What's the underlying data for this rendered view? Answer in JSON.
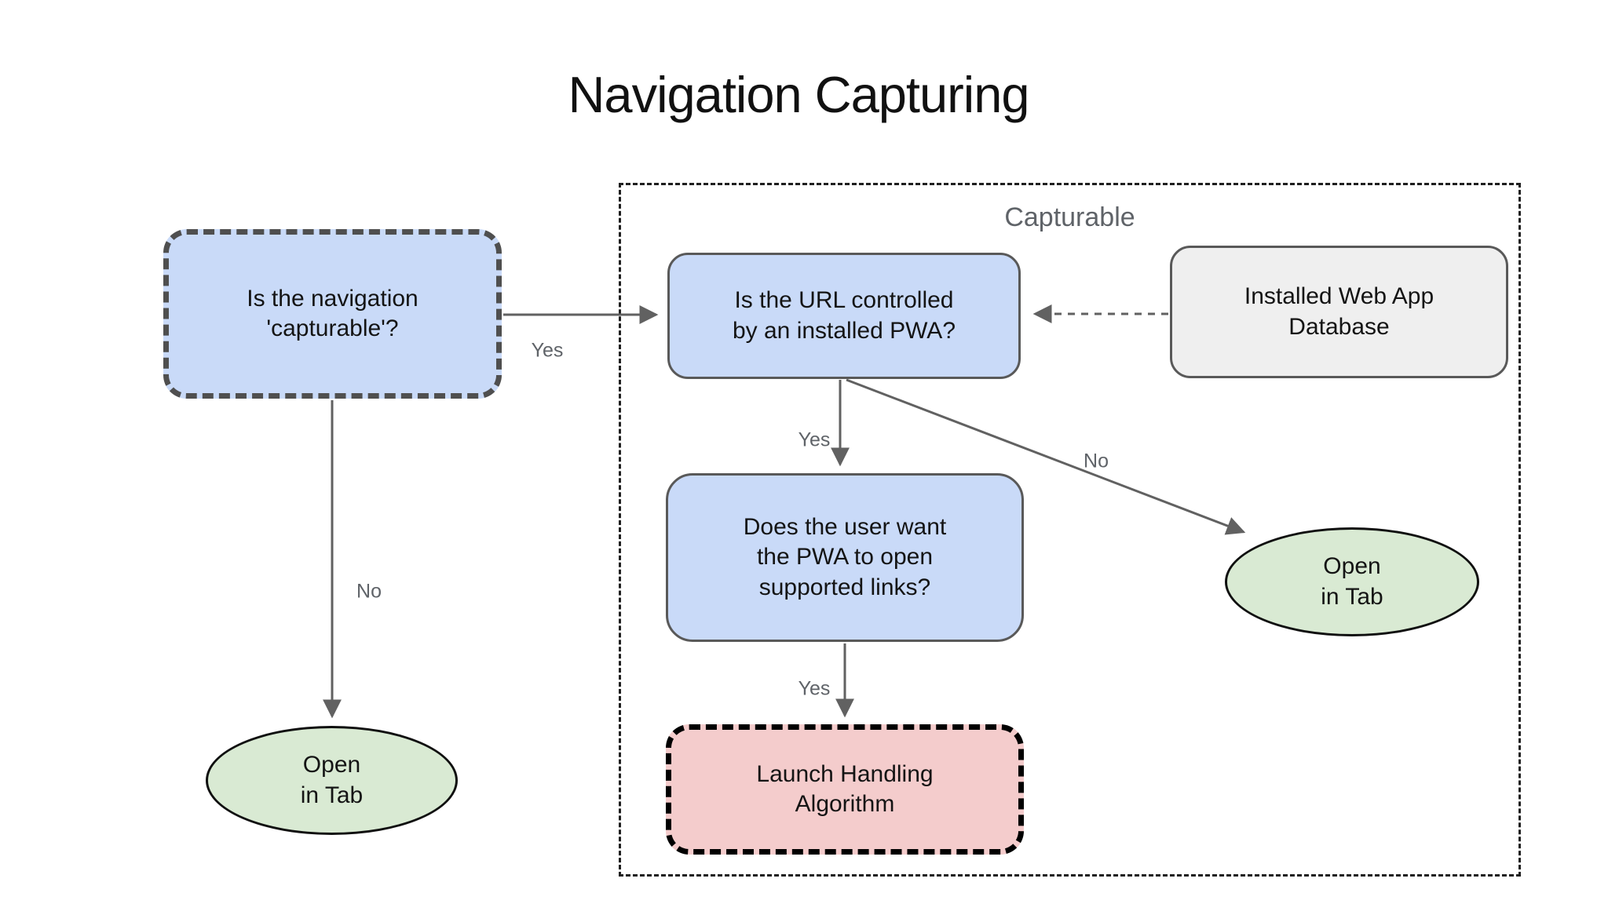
{
  "title": "Navigation Capturing",
  "region": {
    "label": "Capturable"
  },
  "nodes": {
    "capturable_question": {
      "text": "Is the navigation\n'capturable'?"
    },
    "url_controlled": {
      "text": "Is the URL controlled\nby an installed PWA?"
    },
    "installed_db": {
      "text": "Installed Web App\nDatabase"
    },
    "user_want": {
      "text": "Does the user want\nthe PWA to open\nsupported links?"
    },
    "launch_handling": {
      "text": "Launch Handling\nAlgorithm"
    },
    "open_in_tab_left": {
      "text": "Open\nin Tab"
    },
    "open_in_tab_right": {
      "text": "Open\nin Tab"
    }
  },
  "edges": {
    "capturable_yes": {
      "label": "Yes"
    },
    "capturable_no": {
      "label": "No"
    },
    "url_yes": {
      "label": "Yes"
    },
    "url_no": {
      "label": "No"
    },
    "user_want_yes": {
      "label": "Yes"
    }
  },
  "colors": {
    "node_blue": "#c9daf8",
    "node_green": "#d9ead3",
    "node_red": "#f4cccc",
    "node_gray": "#efefef",
    "dashed_border_dark": "#4f4f4f",
    "dashed_border_black": "#000000",
    "solid_border": "#595959",
    "line": "#616161",
    "label_text": "#5f6368",
    "node_text": "#141414",
    "title_text": "#111111"
  }
}
